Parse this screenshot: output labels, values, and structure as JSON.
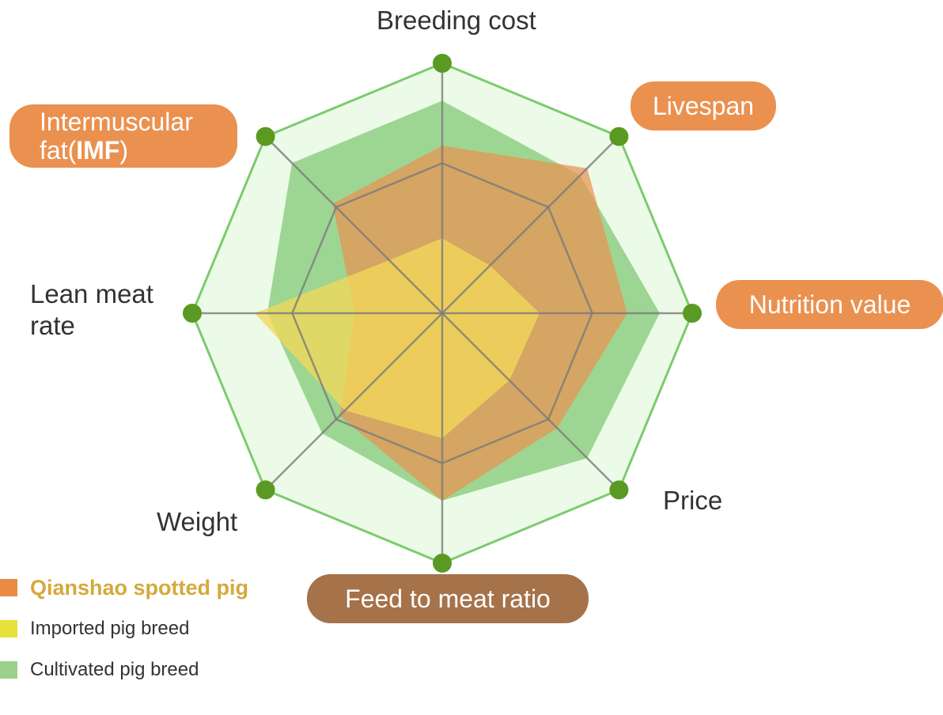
{
  "chart_data": {
    "type": "radar",
    "axes": [
      "Breeding cost",
      "Livespan",
      "Nutrition value",
      "Price",
      "Feed to meat ratio",
      "Weight",
      "Lean meat rate",
      "Intermuscular fat(IMF)"
    ],
    "axis_label_parts": {
      "lean_meat_rate": [
        "Lean meat",
        "rate"
      ],
      "imf_line1": "Intermuscular",
      "imf_line2_prefix": "fat(",
      "imf_line2_bold": "IMF",
      "imf_line2_suffix": ")"
    },
    "highlighted_axes": [
      "Livespan",
      "Nutrition value",
      "Feed to meat ratio",
      "Intermuscular fat(IMF)"
    ],
    "max": 100,
    "grid_levels": [
      60,
      100
    ],
    "series": [
      {
        "name": "Cultivated pig breed",
        "color": "#8fcf84",
        "values": [
          85,
          78,
          87,
          82,
          75,
          68,
          70,
          85
        ]
      },
      {
        "name": "Qianshao spotted pig",
        "color": "#ea9150",
        "values": [
          67,
          82,
          74,
          65,
          75,
          58,
          35,
          62
        ]
      },
      {
        "name": "Imported pig breed",
        "color": "#f2d85a",
        "values": [
          30,
          27,
          39,
          38,
          50,
          55,
          75,
          30
        ]
      }
    ],
    "legend_order": [
      "Qianshao spotted pig",
      "Imported pig breed",
      "Cultivated pig breed"
    ],
    "legend_position": "bottom-left"
  },
  "colors": {
    "outer_fill": "#ecfbe8",
    "outer_stroke": "#7ccb6e",
    "grid_stroke": "#7a7a7a",
    "vertex_dot": "#5a9a22",
    "pill_orange": "#ea9150",
    "pill_brown": "#a5724a",
    "legend_qianshao": "#ea8a45",
    "legend_imported": "#e6e03a",
    "legend_cultivated": "#9bd18a"
  }
}
